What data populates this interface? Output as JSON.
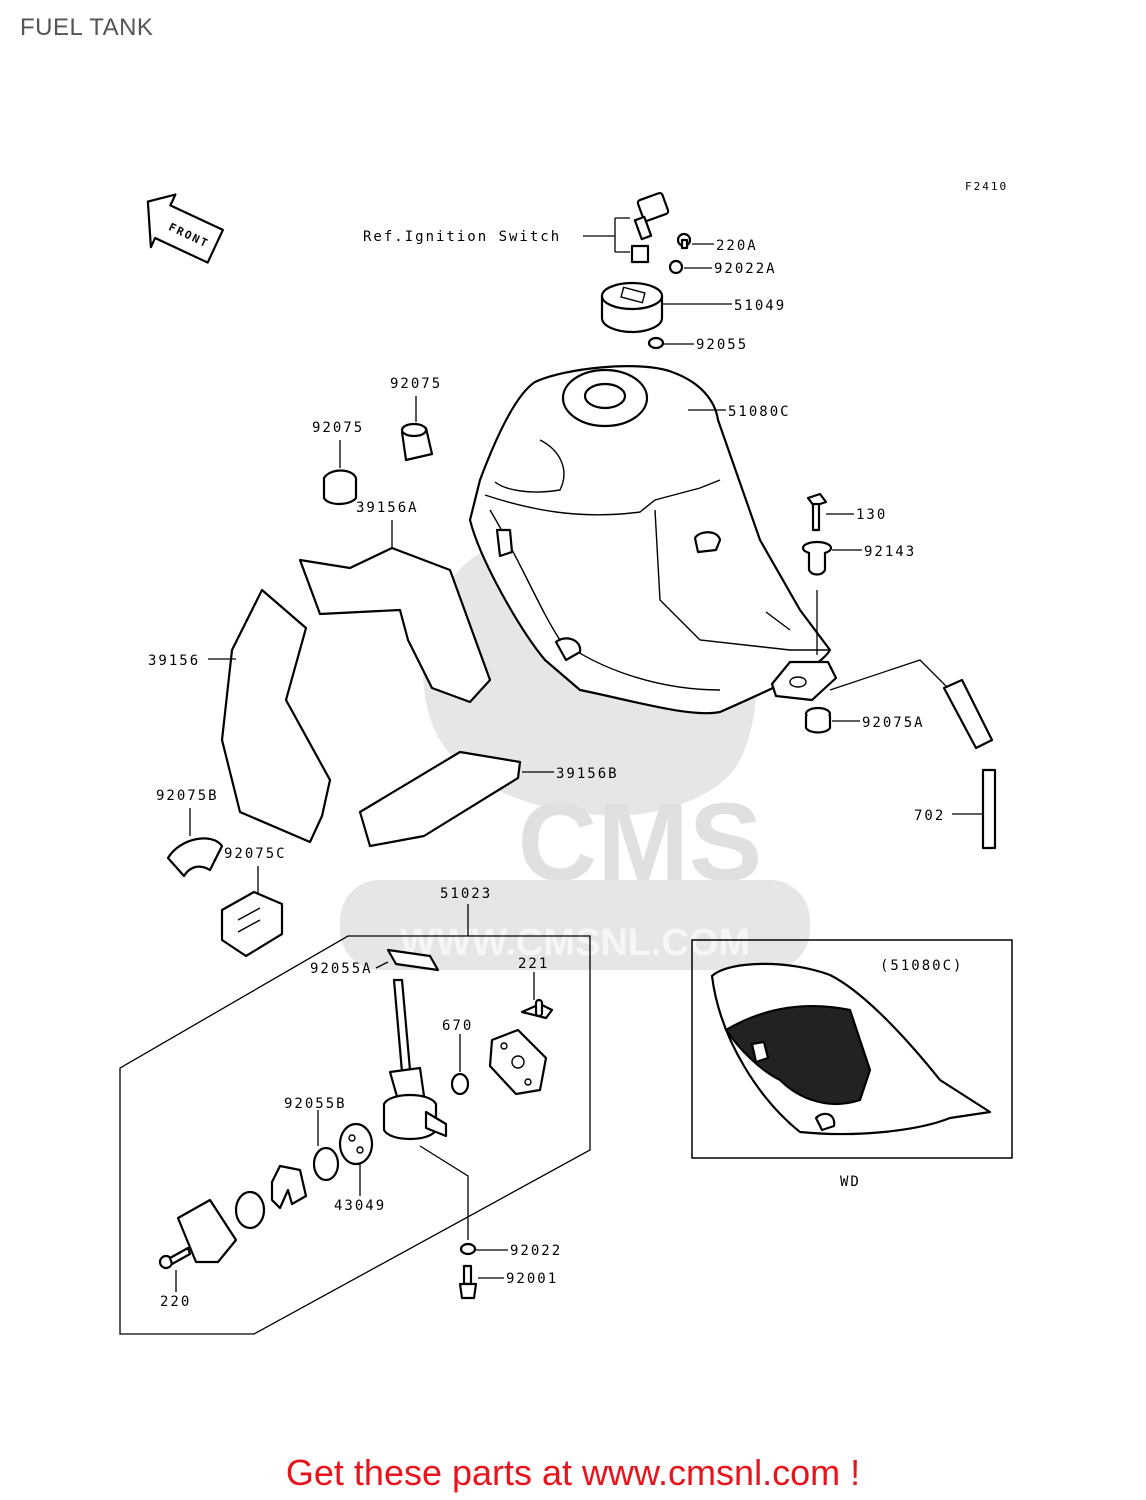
{
  "title": "FUEL TANK",
  "figure_code": "F2410",
  "front_label": "FRONT",
  "ref_label": "Ref.Ignition Switch",
  "inset_title": "(51080C)",
  "inset_caption": "WD",
  "watermark": {
    "logo": "CMS",
    "url": "WWW.CMSNL.COM"
  },
  "parts": {
    "p220A": "220A",
    "p92022A": "92022A",
    "p51049": "51049",
    "p92055": "92055",
    "p51080C": "51080C",
    "p92075a": "92075",
    "p92075b": "92075",
    "p39156A": "39156A",
    "p130": "130",
    "p92143": "92143",
    "p39156": "39156",
    "p92075A": "92075A",
    "p39156B": "39156B",
    "p92075B": "92075B",
    "p702": "702",
    "p92075C": "92075C",
    "p51023": "51023",
    "p92055A": "92055A",
    "p221": "221",
    "p670": "670",
    "p92055B": "92055B",
    "p43049": "43049",
    "p92022": "92022",
    "p92001": "92001",
    "p220": "220"
  },
  "footer": "Get these parts at www.cmsnl.com !"
}
